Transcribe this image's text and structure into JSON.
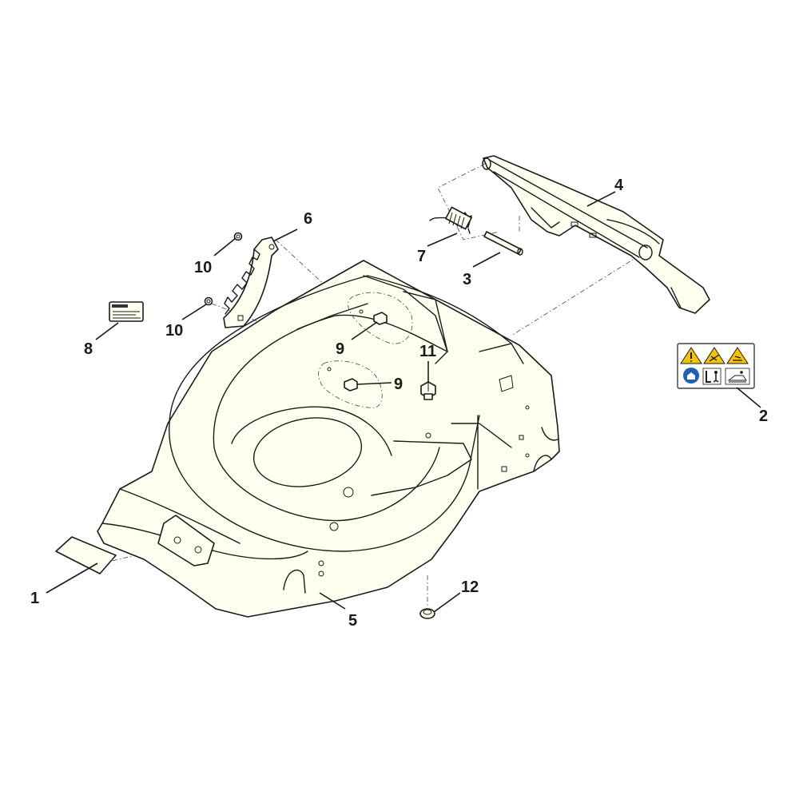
{
  "callouts": [
    {
      "id": "p1",
      "label": "1"
    },
    {
      "id": "p2",
      "label": "2"
    },
    {
      "id": "p3",
      "label": "3"
    },
    {
      "id": "p4",
      "label": "4"
    },
    {
      "id": "p5",
      "label": "5"
    },
    {
      "id": "p6",
      "label": "6"
    },
    {
      "id": "p7",
      "label": "7"
    },
    {
      "id": "p8",
      "label": "8"
    },
    {
      "id": "p9a",
      "label": "9"
    },
    {
      "id": "p9b",
      "label": "9"
    },
    {
      "id": "p10a",
      "label": "10"
    },
    {
      "id": "p10b",
      "label": "10"
    },
    {
      "id": "p11",
      "label": "11"
    },
    {
      "id": "p12",
      "label": "12"
    }
  ],
  "colors": {
    "outline": "#1a1a1a",
    "part_fill": "#fffff0",
    "warning_yellow": "#f5c400",
    "mandatory_blue": "#1f5fb4"
  },
  "icons": {
    "warning_label": [
      "warning-triangle-icon",
      "blade-hazard-icon",
      "hand-cut-icon",
      "read-manual-icon",
      "ear-protection-icon",
      "operator-icon"
    ]
  }
}
